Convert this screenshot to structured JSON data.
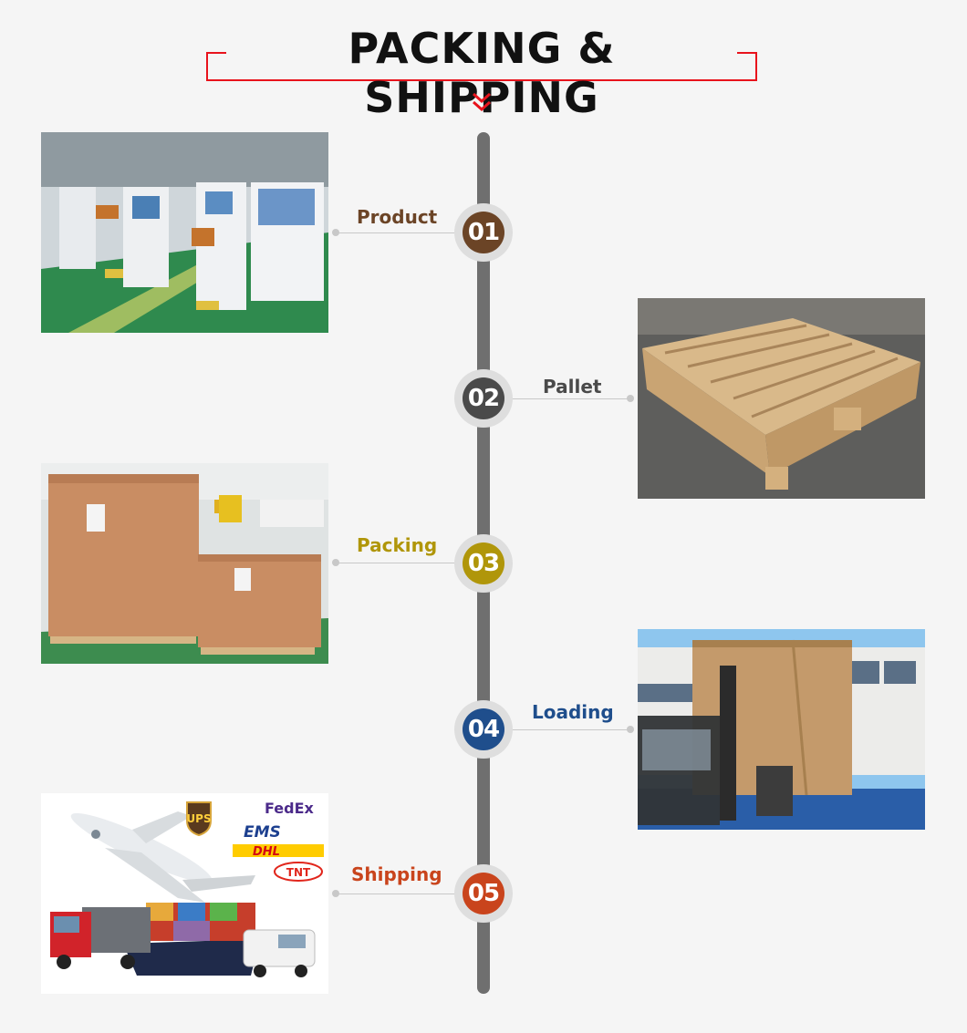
{
  "header": {
    "title": "PACKING & SHIPPING"
  },
  "steps": [
    {
      "number": "01",
      "label": "Product",
      "color": "#6b4426"
    },
    {
      "number": "02",
      "label": "Pallet",
      "color": "#4a4a4a"
    },
    {
      "number": "03",
      "label": "Packing",
      "color": "#b0960a"
    },
    {
      "number": "04",
      "label": "Loading",
      "color": "#1f4e8c"
    },
    {
      "number": "05",
      "label": "Shipping",
      "color": "#c9441c"
    }
  ],
  "colors": {
    "accent": "#e8131c",
    "timeline": "#6f6f6f",
    "background": "#f5f5f5"
  },
  "logos": [
    "UPS",
    "FedEx",
    "EMS",
    "DHL",
    "TNT"
  ]
}
